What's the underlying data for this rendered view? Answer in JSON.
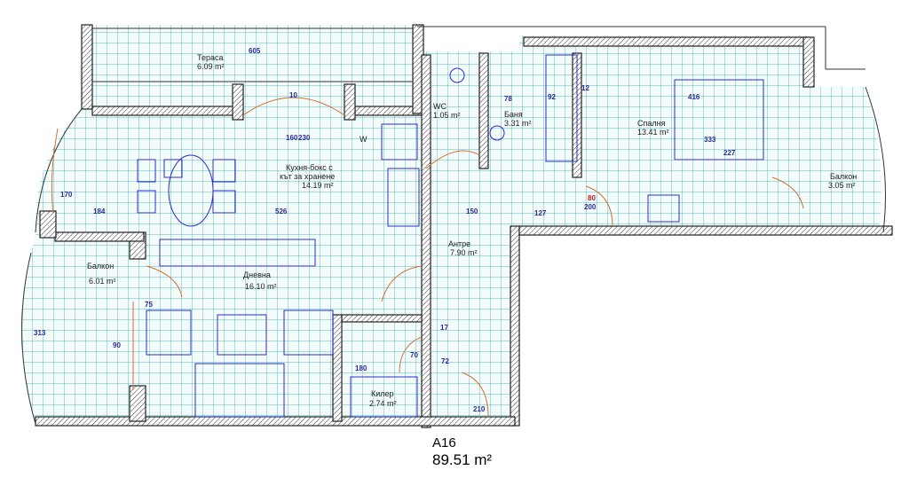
{
  "unit": {
    "code": "A16",
    "area": "89.51 m²"
  },
  "rooms": {
    "terrace": {
      "name": "Тераса",
      "area": "6.09 m²"
    },
    "wc": {
      "name": "WC",
      "area": "1.05 m²"
    },
    "bath": {
      "name": "Баня",
      "area": "3.31 m²"
    },
    "bedroom": {
      "name": "Спалня",
      "area": "13.41 m²"
    },
    "balcony_right": {
      "name": "Балкон",
      "area": "3.05 m²"
    },
    "kitchen": {
      "name": "Кухня-бокс с",
      "name2": "кът за хранене",
      "area": "14.19 m²"
    },
    "hall": {
      "name": "Антре",
      "area": "7.90 m²"
    },
    "balcony_left": {
      "name": "Балкон",
      "area": "6.01 m²"
    },
    "living": {
      "name": "Дневна",
      "area": "16.10 m²"
    },
    "storage": {
      "name": "Килер",
      "area": "2.74 m²"
    }
  },
  "kitchen_w": "W",
  "dims": {
    "d605": "605",
    "d10": "10",
    "d160": "160",
    "d230": "230",
    "d184": "184",
    "d526": "526",
    "d416": "416",
    "d333": "333",
    "d227": "227",
    "d150": "150",
    "d127": "127",
    "d92": "92",
    "d12": "12",
    "d78": "78",
    "d200": "200",
    "d80": "80",
    "d90": "90",
    "d75": "75",
    "d170": "170",
    "d313": "313",
    "d210": "210",
    "d180": "180",
    "d72": "72",
    "d70": "70",
    "d17": "17"
  }
}
